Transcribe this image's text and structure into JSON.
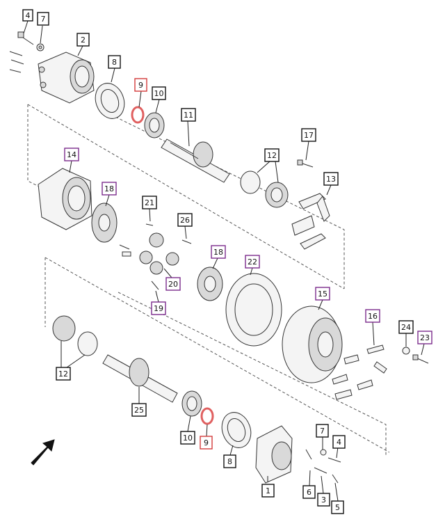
{
  "diagram": {
    "colors": {
      "label_border_black": "#111111",
      "label_border_purple": "#7a2b8c",
      "label_border_red": "#d23a3a",
      "ring_highlight": "#e06060"
    },
    "callouts": [
      {
        "id": "c4a",
        "text": "4",
        "style": "black"
      },
      {
        "id": "c7a",
        "text": "7",
        "style": "black"
      },
      {
        "id": "c2",
        "text": "2",
        "style": "black"
      },
      {
        "id": "c8a",
        "text": "8",
        "style": "black"
      },
      {
        "id": "c9a",
        "text": "9",
        "style": "red"
      },
      {
        "id": "c10a",
        "text": "10",
        "style": "black"
      },
      {
        "id": "c11",
        "text": "11",
        "style": "black"
      },
      {
        "id": "c17",
        "text": "17",
        "style": "black"
      },
      {
        "id": "c12a",
        "text": "12",
        "style": "black"
      },
      {
        "id": "c13",
        "text": "13",
        "style": "black"
      },
      {
        "id": "c14",
        "text": "14",
        "style": "purple"
      },
      {
        "id": "c18a",
        "text": "18",
        "style": "purple"
      },
      {
        "id": "c21",
        "text": "21",
        "style": "black"
      },
      {
        "id": "c26",
        "text": "26",
        "style": "black"
      },
      {
        "id": "c18b",
        "text": "18",
        "style": "purple"
      },
      {
        "id": "c22",
        "text": "22",
        "style": "purple"
      },
      {
        "id": "c20",
        "text": "20",
        "style": "purple"
      },
      {
        "id": "c19",
        "text": "19",
        "style": "purple"
      },
      {
        "id": "c15",
        "text": "15",
        "style": "purple"
      },
      {
        "id": "c16",
        "text": "16",
        "style": "purple"
      },
      {
        "id": "c24",
        "text": "24",
        "style": "black"
      },
      {
        "id": "c23",
        "text": "23",
        "style": "purple"
      },
      {
        "id": "c12b",
        "text": "12",
        "style": "black"
      },
      {
        "id": "c25",
        "text": "25",
        "style": "black"
      },
      {
        "id": "c10b",
        "text": "10",
        "style": "black"
      },
      {
        "id": "c9b",
        "text": "9",
        "style": "red"
      },
      {
        "id": "c8b",
        "text": "8",
        "style": "black"
      },
      {
        "id": "c7b",
        "text": "7",
        "style": "black"
      },
      {
        "id": "c4b",
        "text": "4",
        "style": "black"
      },
      {
        "id": "c1",
        "text": "1",
        "style": "black"
      },
      {
        "id": "c6",
        "text": "6",
        "style": "black"
      },
      {
        "id": "c3",
        "text": "3",
        "style": "black"
      },
      {
        "id": "c5",
        "text": "5",
        "style": "black"
      }
    ],
    "direction_arrow_icon": "arrow-northeast-icon"
  }
}
